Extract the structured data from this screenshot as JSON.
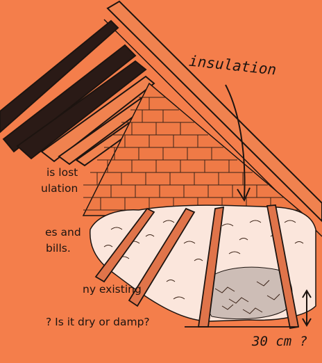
{
  "illustration": {
    "label_insulation": "insulation",
    "label_depth": "30 cm ?",
    "colors": {
      "background": "#f47e4b",
      "rafter": "#2a1a16",
      "brick_line": "#3a2216",
      "insulation": "#fbe6dc",
      "joist": "#e0744a"
    }
  },
  "caption": {
    "lines": [
      "is lost",
      "ulation",
      "es and",
      "bills.",
      "ny existing",
      "? Is it dry or damp?"
    ]
  }
}
